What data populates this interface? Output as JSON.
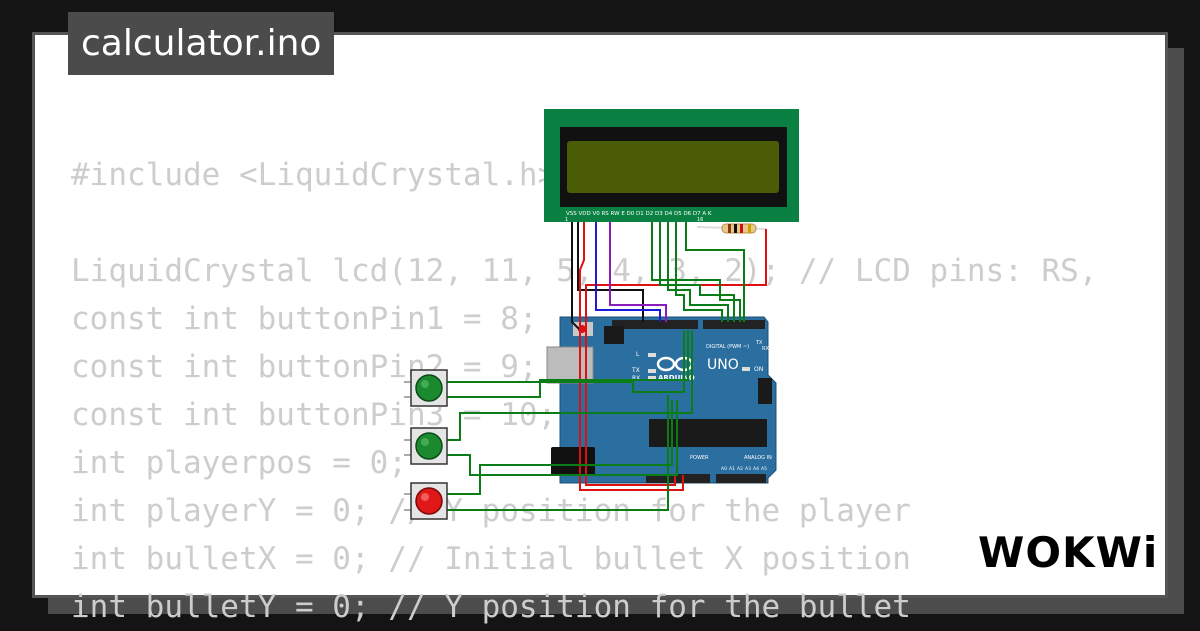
{
  "title": "calculator.ino",
  "code_lines": [
    "#include <LiquidCrystal.h>",
    "",
    "LiquidCrystal lcd(12, 11, 5, 4, 3, 2); // LCD pins: RS,",
    "const int buttonPin1 = 8;",
    "const int buttonPin2 = 9;",
    "const int buttonPin3 = 10;",
    "int playerpos = 0;",
    "int playerY = 0; // Y position for the player",
    "int bulletX = 0; // Initial bullet X position",
    "int bulletY = 0; // Y position for the bullet"
  ],
  "lcd": {
    "pin_labels": "VSS VDD V0 RS RW E D0 D1 D2 D3 D4 D5 D6 D7 A K",
    "pin_numbers": [
      "1",
      "16"
    ]
  },
  "arduino": {
    "model": "UNO",
    "brand": "ARDUINO",
    "header_digital": "DIGITAL (PWM ~)",
    "header_power": "POWER",
    "header_analog": "ANALOG IN",
    "tx": "TX",
    "rx": "RX",
    "l": "L",
    "on": "ON",
    "analog_pins": [
      "A0",
      "A1",
      "A2",
      "A3",
      "A4",
      "A5"
    ]
  },
  "buttons": [
    {
      "color": "#1b8a2f"
    },
    {
      "color": "#1b8a2f"
    },
    {
      "color": "#e01818"
    }
  ],
  "colors": {
    "lcd_board": "#0a8143",
    "lcd_screen": "#4b5c06",
    "arduino_board": "#2b6ea0",
    "wire_green": "#0a7d16",
    "wire_red": "#e11010",
    "wire_black": "#111111",
    "wire_blue": "#1b1bd8",
    "wire_purple": "#8a1bbf"
  },
  "logo": "WOKWi"
}
